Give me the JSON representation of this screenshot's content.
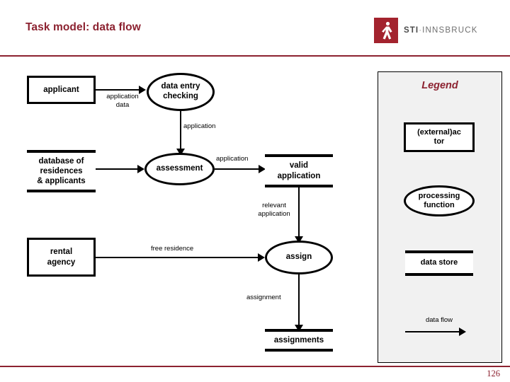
{
  "slide": {
    "title": "Task model: data flow",
    "page_number": "126",
    "accent_color": "#8c2230",
    "legend_background": "#f1f1f1"
  },
  "logo": {
    "mark_name": "sti-person-logo",
    "mark_color": "#a3232e",
    "text_sti": "STI",
    "text_separator": "·",
    "text_location": "INNSBRUCK"
  },
  "diagram": {
    "nodes": [
      {
        "id": "applicant",
        "type": "actor",
        "label": "applicant"
      },
      {
        "id": "data-entry-checking",
        "type": "process",
        "label": "data entry\ncheck",
        "line1": "data entry",
        "line2": "checking"
      },
      {
        "id": "database-of-residences",
        "type": "store",
        "line1": "database of",
        "line2": "residences",
        "line3": "& applicants"
      },
      {
        "id": "assessment",
        "type": "process",
        "label": "assessment"
      },
      {
        "id": "valid-application",
        "type": "store",
        "line1": "valid",
        "line2": "application"
      },
      {
        "id": "rental-agency",
        "type": "actor",
        "line1": "rental",
        "line2": "agency"
      },
      {
        "id": "assign",
        "type": "process",
        "label": "assign"
      },
      {
        "id": "assignments",
        "type": "store",
        "label": "assignments"
      }
    ],
    "flow_labels": {
      "application_data_l1": "application",
      "application_data_l2": "data",
      "application_1": "application",
      "application_2": "application",
      "relevant_l1": "relevant",
      "relevant_l2": "application",
      "free_residence": "free residence",
      "assignment": "assignment"
    }
  },
  "legend": {
    "title": "Legend",
    "actor_l1": "(external)ac",
    "actor_l2": "tor",
    "process_l1": "processing",
    "process_l2": "function",
    "store": "data store",
    "flow": "data flow"
  }
}
